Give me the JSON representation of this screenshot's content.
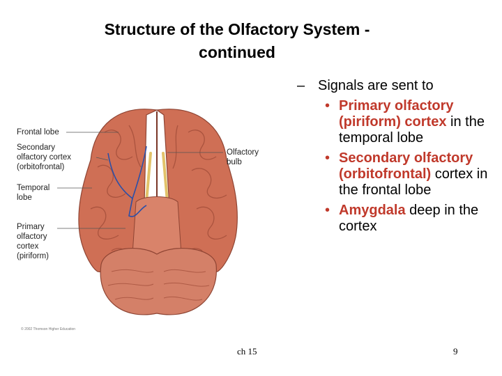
{
  "title": {
    "line1": "Structure of the Olfactory System -",
    "line2": "continued"
  },
  "body": {
    "intro": "Signals are sent to",
    "items": [
      {
        "highlight": "Primary olfactory (piriform) cortex",
        "rest": " in the temporal lobe"
      },
      {
        "highlight": "Secondary olfactory (orbitofrontal)",
        "rest": " cortex in the frontal lobe"
      },
      {
        "highlight": "Amygdala",
        "rest": " deep in the cortex"
      }
    ]
  },
  "figure": {
    "labels": {
      "frontal_lobe": "Frontal lobe",
      "secondary_cortex": "Secondary\nolfactory cortex\n(orbitofrontal)",
      "temporal_lobe": "Temporal\nlobe",
      "primary_cortex": "Primary\nolfactory\ncortex\n(piriform)",
      "olfactory_bulb": "Olfactory\nbulb"
    },
    "credit": "© 2002 Thomson Higher Education"
  },
  "footer": {
    "left": "ch 15",
    "right": "9"
  },
  "colors": {
    "highlight": "#c0392b",
    "brain": "#cf6f55",
    "nerve_path": "#2a4fa8",
    "olfactory_tract": "#e2c36a"
  }
}
